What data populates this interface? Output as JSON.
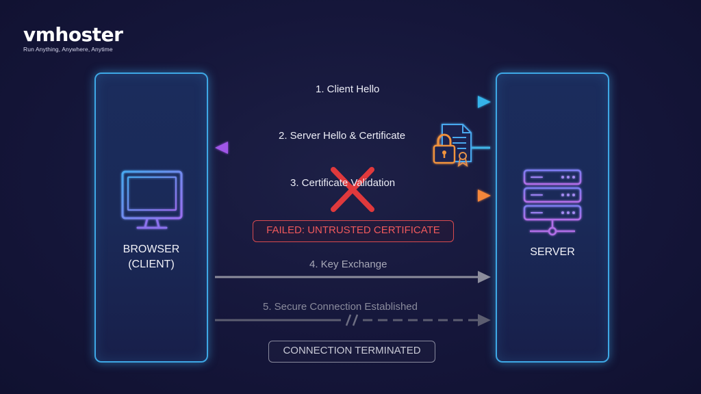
{
  "logo": {
    "wordmark": "vmhoster",
    "tagline": "Run Anything, Anywhere, Anytime"
  },
  "client": {
    "label": "BROWSER\n(CLIENT)",
    "icon": "monitor-icon"
  },
  "server": {
    "label": "SERVER",
    "icon": "server-rack-icon"
  },
  "steps": [
    {
      "label": "1. Client Hello",
      "direction": "to-server",
      "color": "#3aa9e8"
    },
    {
      "label": "2. Server Hello & Certificate",
      "direction": "to-client",
      "color": "#8a5ce6"
    },
    {
      "label": "3. Certificate Validation",
      "direction": "to-server",
      "color": "#f07a3c"
    },
    {
      "label": "4. Key Exchange",
      "direction": "to-server",
      "color": "#8c8d9c"
    },
    {
      "label": "5. Secure Connection Established",
      "direction": "to-server",
      "color": "#5c5d70"
    }
  ],
  "certificate_icon": "certificate-lock-icon",
  "validation_failed_icon": "red-x-icon",
  "failed_badge": "FAILED: UNTRUSTED CERTIFICATE",
  "terminated_badge": "CONNECTION TERMINATED",
  "colors": {
    "panel_border": "#3ea8e6",
    "error": "#e0393c",
    "muted": "#8a8b9e"
  }
}
